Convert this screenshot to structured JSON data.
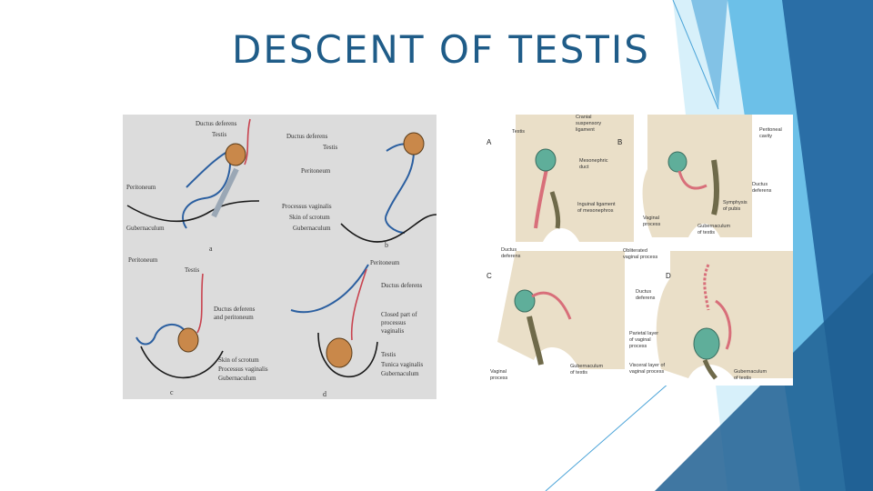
{
  "slide": {
    "title": "DESCENT OF TESTIS",
    "accent_colors": [
      "#2b6fa8",
      "#4aa3d8",
      "#7cc7ea",
      "#a8dcf2"
    ]
  },
  "left_figure": {
    "panel_a": {
      "letter": "a",
      "labels": [
        "Ductus deferens",
        "Testis",
        "Peritoneum",
        "Gubernaculum"
      ]
    },
    "panel_b": {
      "letter": "b",
      "labels": [
        "Ductus deferens",
        "Testis",
        "Peritoneum",
        "Processus vaginalis",
        "Skin of scrotum",
        "Gubernaculum"
      ]
    },
    "panel_c": {
      "letter": "c",
      "labels": [
        "Peritoneum",
        "Testis",
        "Ductus deferens",
        "and peritoneum",
        "Skin of scrotum",
        "Processus vaginalis",
        "Gubernaculum"
      ]
    },
    "panel_d": {
      "letter": "d",
      "labels": [
        "Peritoneum",
        "Ductus deferens",
        "Closed part of",
        "processus",
        "vaginalis",
        "Testis",
        "Tunica vaginalis",
        "Gubernaculum"
      ]
    }
  },
  "right_figure": {
    "panel_A": {
      "letter": "A",
      "labels": [
        "Testis",
        "Cranial",
        "suspensory",
        "ligament",
        "Mesonephric",
        "duct",
        "Inguinal ligament",
        "of mesonephros"
      ]
    },
    "panel_B": {
      "letter": "B",
      "labels": [
        "Peritoneal",
        "cavity",
        "Ductus",
        "deferens",
        "Symphysis",
        "of pubis",
        "Vaginal",
        "process",
        "Gubernaculum",
        "of testis"
      ]
    },
    "panel_C": {
      "letter": "C",
      "labels": [
        "Ductus",
        "deferens",
        "Vaginal",
        "process",
        "Gubernaculum",
        "of testis"
      ]
    },
    "panel_D": {
      "letter": "D",
      "labels": [
        "Obliterated",
        "vaginal process",
        "Ductus",
        "deferens",
        "Parietal layer",
        "of vaginal",
        "process",
        "Visceral layer of",
        "vaginal process",
        "Gubernaculum",
        "of testis"
      ]
    }
  }
}
